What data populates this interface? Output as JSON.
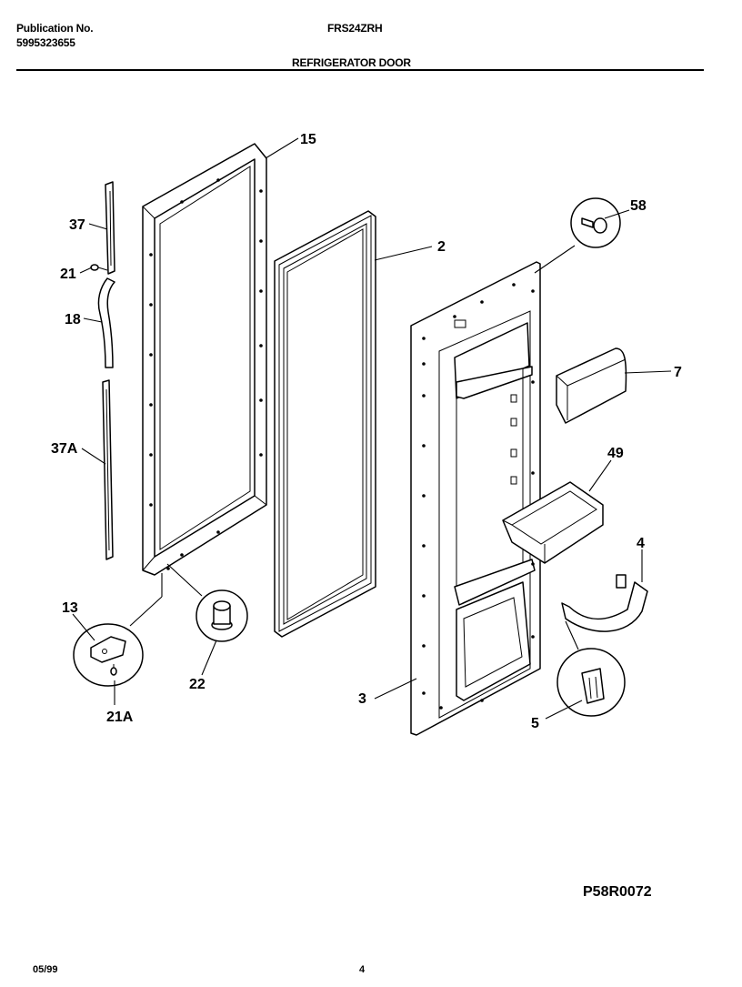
{
  "header": {
    "publication_label": "Publication No.",
    "publication_number": "5995323655",
    "model": "FRS24ZRH",
    "section_title": "REFRIGERATOR DOOR"
  },
  "diagram": {
    "callouts": {
      "c15": "15",
      "c37": "37",
      "c21": "21",
      "c18": "18",
      "c37a": "37A",
      "c13": "13",
      "c21a": "21A",
      "c22": "22",
      "c2": "2",
      "c3": "3",
      "c58": "58",
      "c7": "7",
      "c49": "49",
      "c4": "4",
      "c5": "5"
    },
    "drawing_code": "P58R0072"
  },
  "footer": {
    "date": "05/99",
    "page": "4"
  }
}
